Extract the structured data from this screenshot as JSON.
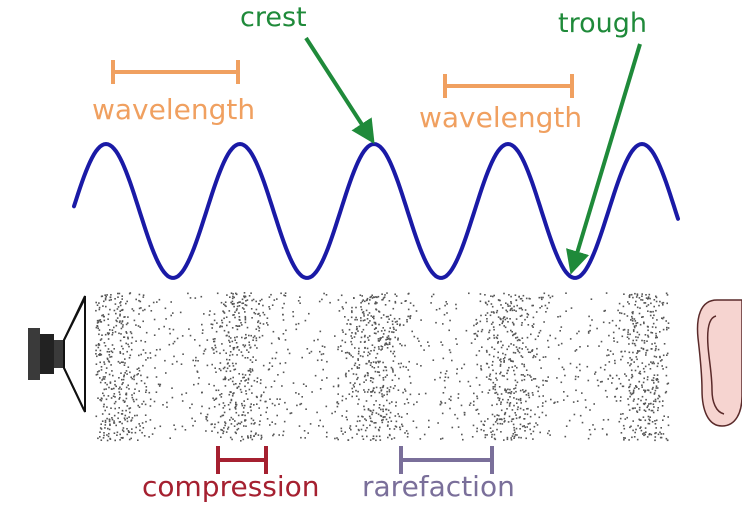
{
  "labels": {
    "crest": "crest",
    "trough": "trough",
    "wavelength_left": "wavelength",
    "wavelength_right": "wavelength",
    "compression": "compression",
    "rarefaction": "rarefaction"
  },
  "colors": {
    "wave": "#1a1aa6",
    "wavelength": "#f0a060",
    "crest_trough": "#1f8a3a",
    "compression": "#a52030",
    "rarefaction": "#7a6f9a",
    "particles": "#555555",
    "speaker": "#3a3a3a",
    "ear_fill": "#f6d4d0",
    "ear_stroke": "#5a2a2a"
  },
  "icons": {
    "source": "speaker-icon",
    "receiver": "ear-icon"
  }
}
